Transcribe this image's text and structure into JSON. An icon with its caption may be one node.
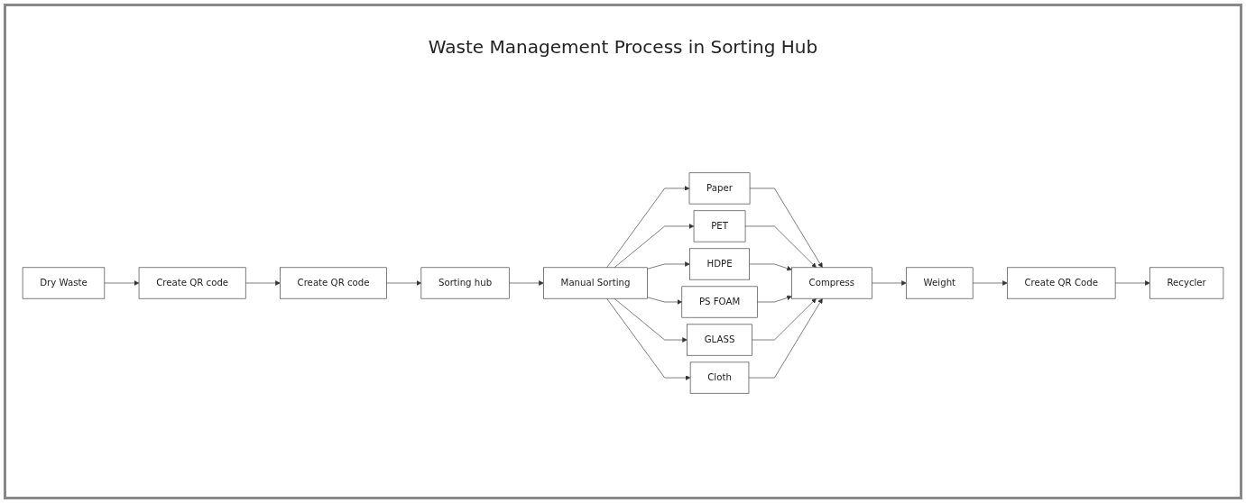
{
  "diagram": {
    "title": "Waste Management Process in Sorting Hub",
    "nodes": [
      {
        "text": [
          "Dry Waste"
        ]
      },
      {
        "text": [
          "Create QR code"
        ]
      },
      {
        "text": [
          "Create QR code"
        ]
      },
      {
        "text": [
          "Sorting hub"
        ]
      },
      {
        "text": [
          "Manual Sorting"
        ]
      },
      {
        "text": [
          "Paper"
        ]
      },
      {
        "text": [
          "PET"
        ]
      },
      {
        "text": [
          "HDPE"
        ]
      },
      {
        "text": [
          "PS FOAM"
        ]
      },
      {
        "text": [
          "GLASS"
        ]
      },
      {
        "text": [
          "Cloth"
        ]
      },
      {
        "text": [
          "Compress"
        ]
      },
      {
        "text": [
          "Weight"
        ]
      },
      {
        "text": [
          "Create QR Code"
        ]
      },
      {
        "text": [
          "Recycler"
        ]
      }
    ],
    "edges": [
      {
        "from": 0,
        "to": 1,
        "arrow": "to"
      },
      {
        "from": 1,
        "to": 2,
        "arrow": "to"
      },
      {
        "from": 2,
        "to": 3,
        "arrow": "to"
      },
      {
        "from": 3,
        "to": 4,
        "arrow": "to"
      },
      {
        "from": 4,
        "to": 5,
        "arrow": "to"
      },
      {
        "from": 4,
        "to": 6,
        "arrow": "to"
      },
      {
        "from": 4,
        "to": 7,
        "arrow": "to"
      },
      {
        "from": 4,
        "to": 8,
        "arrow": "to"
      },
      {
        "from": 4,
        "to": 9,
        "arrow": "to"
      },
      {
        "from": 4,
        "to": 10,
        "arrow": "to"
      },
      {
        "from": 5,
        "to": 11,
        "arrow": "to"
      },
      {
        "from": 6,
        "to": 11,
        "arrow": "to"
      },
      {
        "from": 7,
        "to": 11,
        "arrow": "to"
      },
      {
        "from": 8,
        "to": 11,
        "arrow": "to"
      },
      {
        "from": 9,
        "to": 11,
        "arrow": "to"
      },
      {
        "from": 10,
        "to": 11,
        "arrow": "to"
      },
      {
        "from": 11,
        "to": 12,
        "arrow": "to"
      },
      {
        "from": 12,
        "to": 13,
        "arrow": "to"
      },
      {
        "from": 13,
        "to": 14,
        "arrow": "to"
      }
    ]
  }
}
